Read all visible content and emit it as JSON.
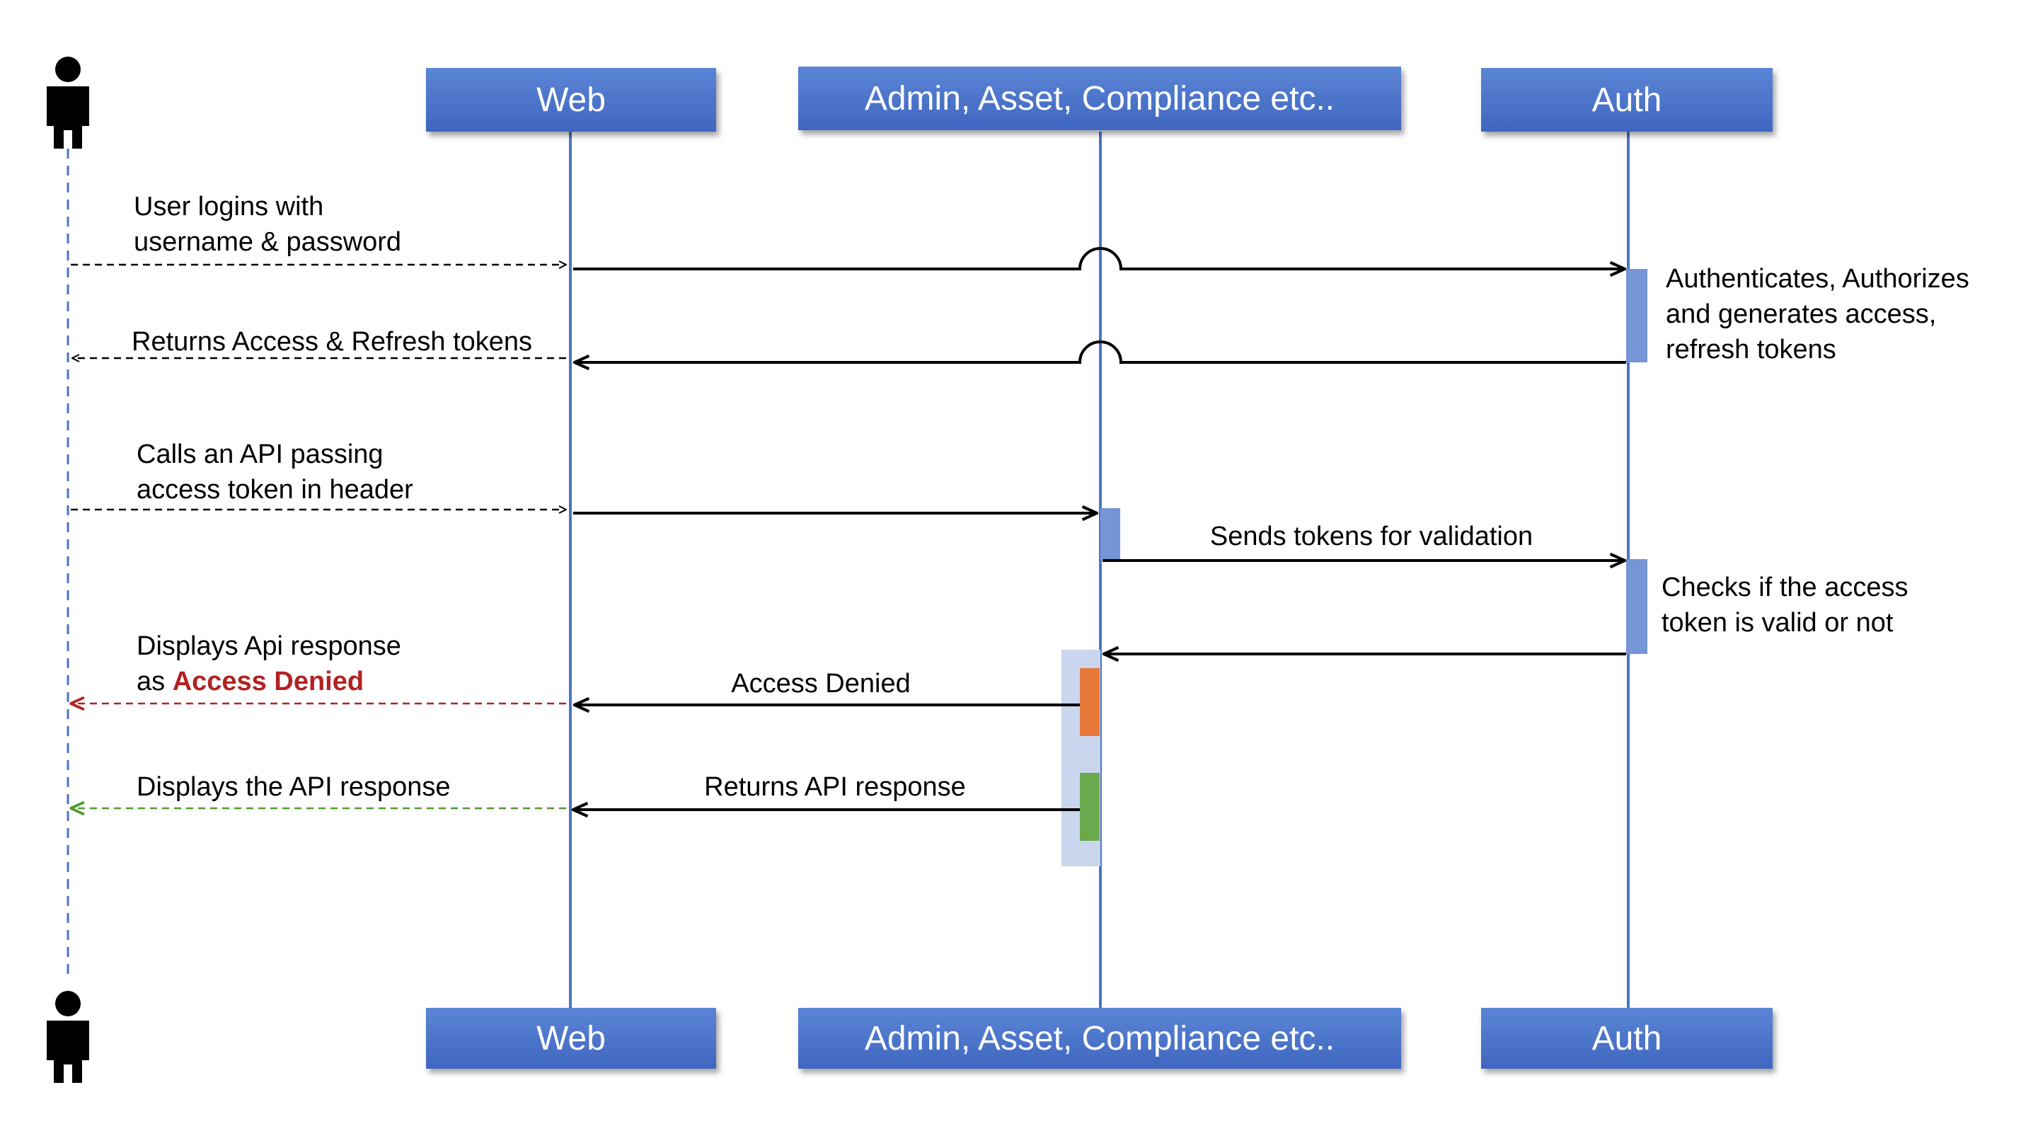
{
  "participants": {
    "web": "Web",
    "services": "Admin, Asset, Compliance etc..",
    "auth": "Auth"
  },
  "actor_icon": "person-icon",
  "messages": {
    "login_line1": "User logins with",
    "login_line2": "username & password",
    "returns_tokens": "Returns Access & Refresh tokens",
    "auth_note_line1": "Authenticates, Authorizes",
    "auth_note_line2": "and generates access,",
    "auth_note_line3": "refresh tokens",
    "calls_api_line1": "Calls an API passing",
    "calls_api_line2": "access token in header",
    "sends_tokens": "Sends tokens for validation",
    "checks_line1": "Checks if the access",
    "checks_line2": "token is valid or not",
    "displays_denied_line1": "Displays Api response",
    "displays_denied_prefix": "as ",
    "displays_denied_highlight": "Access Denied",
    "access_denied": "Access Denied",
    "displays_response": "Displays the API response",
    "returns_response": "Returns API response"
  },
  "colors": {
    "participant_box": "#4a73c9",
    "lifeline": "#4a73c9",
    "activation": "#7595d6",
    "activation_group": "#c9d6ee",
    "denied_activation": "#e8773a",
    "success_activation": "#6aaa4c",
    "denied_text": "#b22222",
    "denied_arrow": "#b22222",
    "success_arrow": "#4f9a2c"
  }
}
